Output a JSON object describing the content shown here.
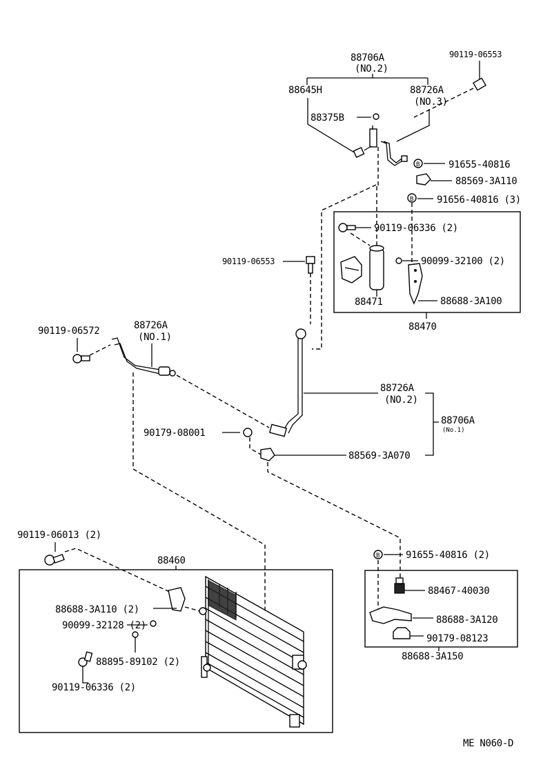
{
  "labels": {
    "assy_88706A_no2": "88706A",
    "assy_88706A_no2_sub": "(NO.2)",
    "bolt_90119_06553_top": "90119-06553",
    "hose_88645H": "88645H",
    "hose_88726A_no3": "88726A",
    "hose_88726A_no3_sub": "(NO.3)",
    "switch_88375B": "88375B",
    "nut_91655_40816_top": "91655-40816",
    "clamp_88569_3A110": "88569-3A110",
    "nut_91656_40816": "91656-40816 (3)",
    "bolt_90119_06336_receiver": "90119-06336 (2)",
    "bolt_90119_06553_mid": "90119-06553",
    "nut_90099_32100": "90099-32100 (2)",
    "receiver_88471": "88471",
    "bracket_88688_3A100": "88688-3A100",
    "receiver_assy_88470": "88470",
    "bolt_90119_06572": "90119-06572",
    "hose_88726A_no1": "88726A",
    "hose_88726A_no1_sub": "(NO.1)",
    "hose_88726A_no2": "88726A",
    "hose_88726A_no2_sub": "(NO.2)",
    "assy_88706A_no1": "88706A",
    "assy_88706A_no1_sub": "(No.1)",
    "washer_90179_08001": "90179-08001",
    "clamp_88569_3A070": "88569-3A070",
    "bolt_90119_06013": "90119-06013 (2)",
    "condenser_88460": "88460",
    "bracket_88688_3A110": "88688-3A110 (2)",
    "nut_90099_32128": "90099-32128 (2)",
    "screw_88895_89102": "88895-89102 (2)",
    "bolt_90119_06336_cond": "90119-06336 (2)",
    "nut_91655_40816_bottom": "91655-40816 (2)",
    "cushion_88467_40030": "88467-40030",
    "bracket_88688_3A120": "88688-3A120",
    "nut_90179_08123": "90179-08123",
    "bracket_assy_88688_3A150": "88688-3A150",
    "diagram_code": "ME N060-D"
  }
}
